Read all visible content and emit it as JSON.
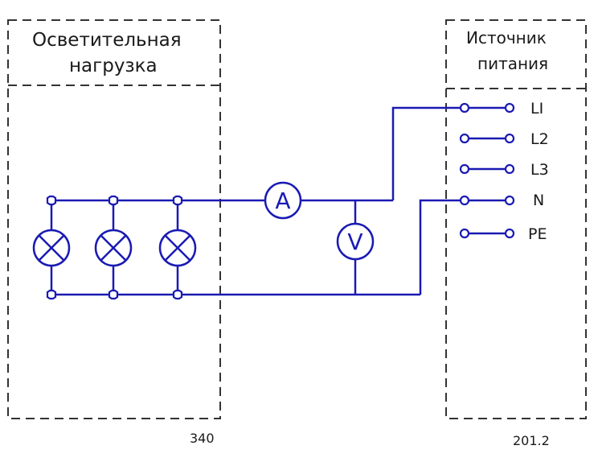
{
  "load_block": {
    "title_line1": "Осветительная",
    "title_line2": "нагрузка",
    "code": "340"
  },
  "source_block": {
    "title_line1": "Источник",
    "title_line2": "питания",
    "code": "201.2"
  },
  "terminals": [
    "LI",
    "L2",
    "L3",
    "N",
    "PE"
  ],
  "ammeter": {
    "symbol": "A"
  },
  "voltmeter": {
    "symbol": "V"
  },
  "lamps": [
    {
      "symbol": "lamp"
    },
    {
      "symbol": "lamp"
    },
    {
      "symbol": "lamp"
    }
  ],
  "colors": {
    "wire": "#1a1ab4",
    "frame": "#333333",
    "text": "#1a1a1a"
  }
}
